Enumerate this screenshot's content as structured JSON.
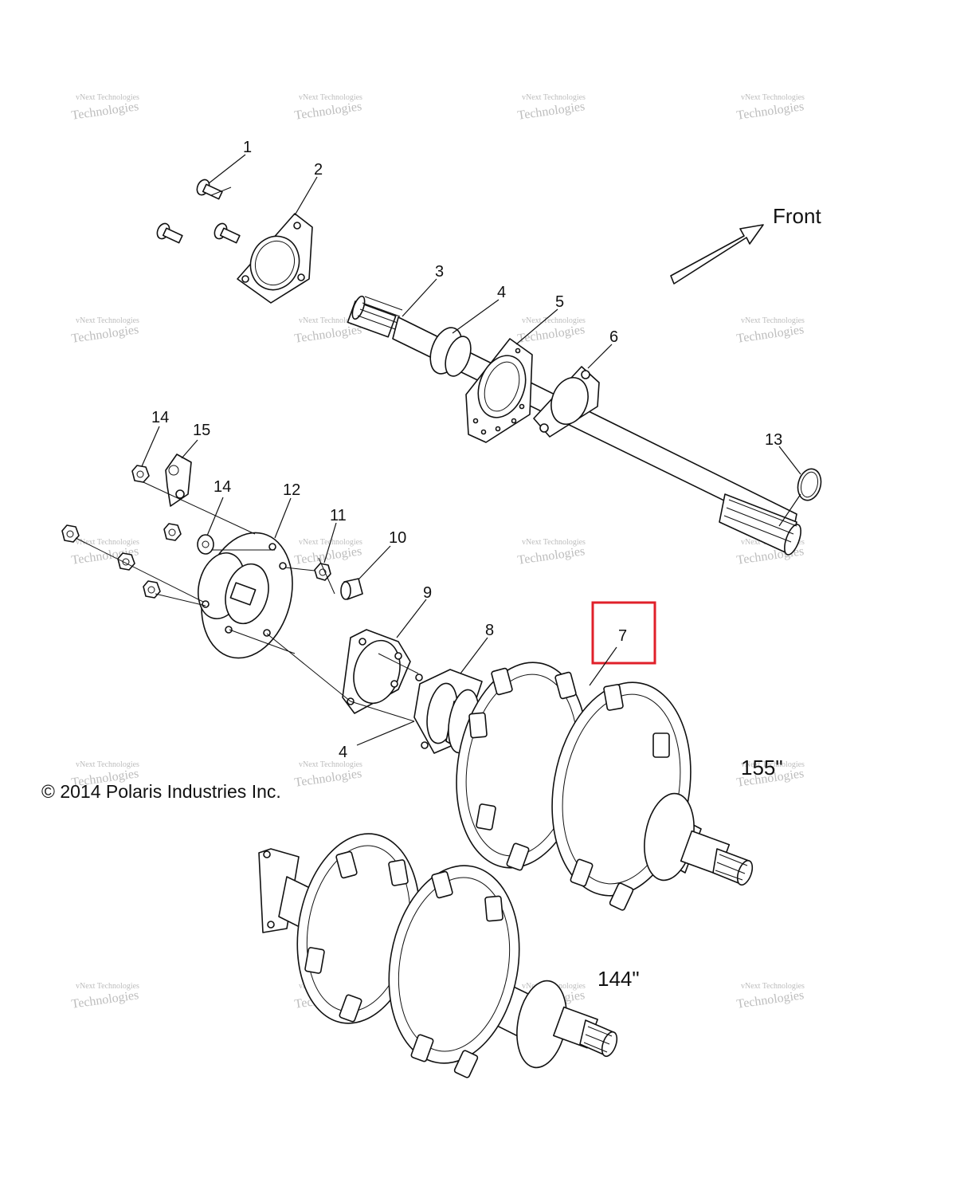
{
  "watermark": {
    "line1": "vNext Technologies",
    "line2": "Technologies"
  },
  "front_label": "Front",
  "copyright": "© 2014 Polaris Industries Inc.",
  "length_155": "155\"",
  "length_144": "144\"",
  "callouts": [
    "1",
    "2",
    "3",
    "4",
    "5",
    "6",
    "13",
    "14",
    "15",
    "14",
    "12",
    "11",
    "10",
    "9",
    "8",
    "7",
    "4"
  ],
  "highlight_color": "#e0202a"
}
